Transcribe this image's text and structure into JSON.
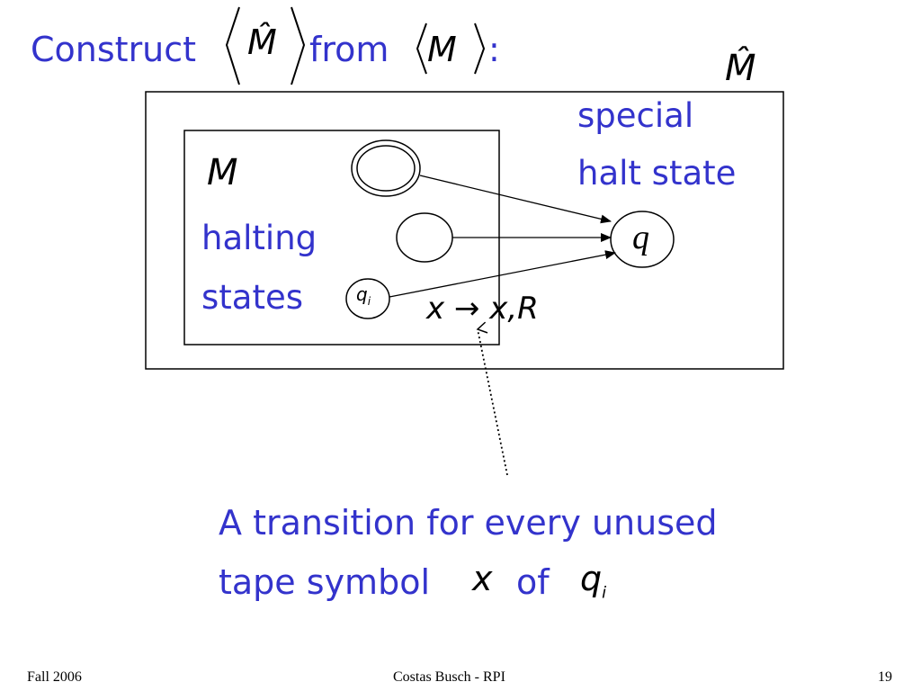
{
  "title": {
    "construct": "Construct",
    "m_hat": "M̂",
    "from": "from",
    "m": "M",
    "colon": ":"
  },
  "machine_hat_label": "M̂",
  "inner_machine_label": "M",
  "halting_label": "halting",
  "states_label": "states",
  "special_label": "special",
  "halt_state_label": "halt state",
  "q_label": "q",
  "qi_label": "q",
  "qi_sub": "i",
  "transition_label": "x → x,R",
  "caption": {
    "line1": "A transition for every unused",
    "line2_prefix": "tape symbol",
    "line2_x": "x",
    "line2_of": "of",
    "line2_q": "q",
    "line2_sub": "i"
  },
  "footer": {
    "left": "Fall 2006",
    "center": "Costas Busch - RPI",
    "right": "19"
  },
  "colors": {
    "text_blue": "#3333cc",
    "stroke": "#000000"
  }
}
